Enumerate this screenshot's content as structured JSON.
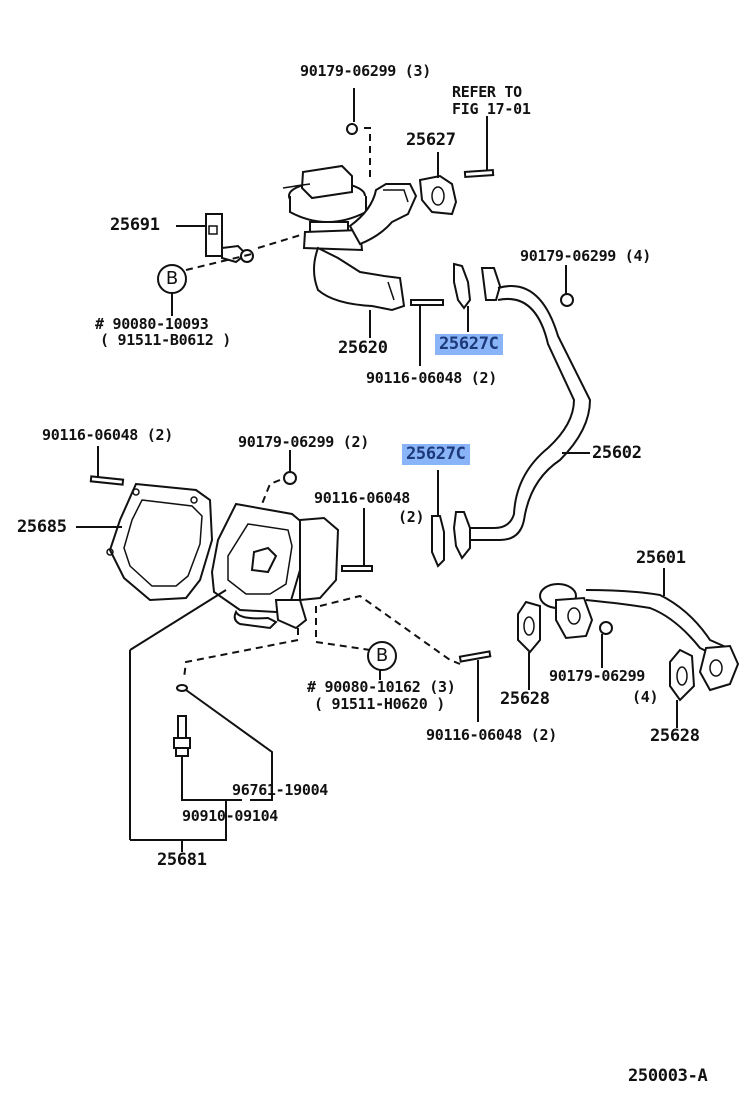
{
  "diagram": {
    "figure_code": "250003-A",
    "callouts": [
      {
        "id": "c1",
        "text": "90179-06299 (3)"
      },
      {
        "id": "c2",
        "text": "REFER TO\nFIG 17-01"
      },
      {
        "id": "c3",
        "text": "25627"
      },
      {
        "id": "c4",
        "text": "25691"
      },
      {
        "id": "c5",
        "text": "90179-06299 (4)"
      },
      {
        "id": "c6",
        "text": "# 90080-10093"
      },
      {
        "id": "c7",
        "text": "( 91511-B0612 )"
      },
      {
        "id": "c8",
        "text": "25620"
      },
      {
        "id": "c9",
        "text": "25627C",
        "highlighted": true
      },
      {
        "id": "c10",
        "text": "90116-06048 (2)"
      },
      {
        "id": "c11",
        "text": "90116-06048 (2)"
      },
      {
        "id": "c12",
        "text": "90179-06299 (2)"
      },
      {
        "id": "c13",
        "text": "25627C",
        "highlighted": true
      },
      {
        "id": "c14",
        "text": "25602"
      },
      {
        "id": "c15",
        "text": "90116-06048"
      },
      {
        "id": "c16",
        "text": "(2)"
      },
      {
        "id": "c17",
        "text": "25685"
      },
      {
        "id": "c18",
        "text": "25601"
      },
      {
        "id": "c19",
        "text": "# 90080-10162 (3)"
      },
      {
        "id": "c20",
        "text": "( 91511-H0620 )"
      },
      {
        "id": "c21",
        "text": "25628"
      },
      {
        "id": "c22",
        "text": "90179-06299"
      },
      {
        "id": "c23",
        "text": "(4)"
      },
      {
        "id": "c24",
        "text": "25628"
      },
      {
        "id": "c25",
        "text": "90116-06048 (2)"
      },
      {
        "id": "c26",
        "text": "96761-19004"
      },
      {
        "id": "c27",
        "text": "90910-09104"
      },
      {
        "id": "c28",
        "text": "25681"
      }
    ],
    "reference_marks": [
      {
        "id": "b1",
        "text": "B"
      },
      {
        "id": "b2",
        "text": "B"
      }
    ],
    "colors": {
      "highlight_bg": "#8ab4f8",
      "highlight_text": "#1c3a7a",
      "line": "#111111"
    }
  }
}
